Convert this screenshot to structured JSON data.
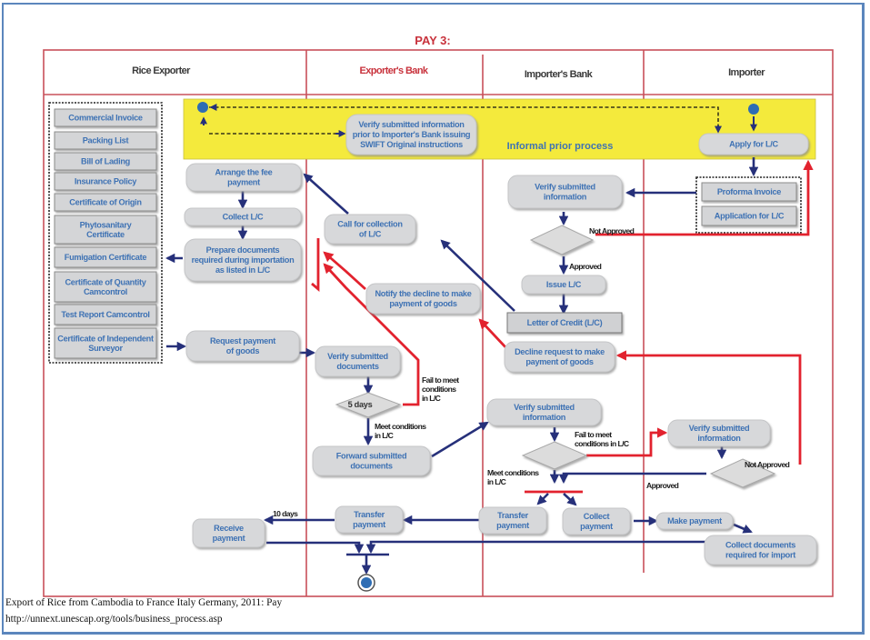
{
  "title": "PAY 3:",
  "lanes": [
    {
      "name": "Rice Exporter"
    },
    {
      "name": "Exporter's Bank"
    },
    {
      "name": "Importer's Bank"
    },
    {
      "name": "Importer"
    }
  ],
  "documents": [
    {
      "label": [
        "Commercial Invoice"
      ]
    },
    {
      "label": [
        "Packing List"
      ]
    },
    {
      "label": [
        "Bill of Lading"
      ]
    },
    {
      "label": [
        "Insurance Policy"
      ]
    },
    {
      "label": [
        "Certificate of Origin"
      ]
    },
    {
      "label": [
        "Phytosanitary",
        "Certificate"
      ]
    },
    {
      "label": [
        "Fumigation Certificate"
      ]
    },
    {
      "label": [
        "Certificate of Quantity",
        "Camcontrol"
      ]
    },
    {
      "label": [
        "Test Report Camcontrol"
      ]
    },
    {
      "label": [
        "Certificate of Independent",
        "Surveyor"
      ]
    }
  ],
  "importer_documents": [
    {
      "label": [
        "Proforma Invoice"
      ]
    },
    {
      "label": [
        "Application for L/C"
      ]
    }
  ],
  "informal_prior_process": "Informal prior process",
  "activities": {
    "verify_prior": [
      "Verify submitted information",
      "prior to Importer's Bank issuing",
      "SWIFT Original instructions"
    ],
    "apply_lc": [
      "Apply for L/C"
    ],
    "arrange_fee": [
      "Arrange the fee",
      "payment"
    ],
    "collect_lc": [
      "Collect L/C"
    ],
    "prepare_docs": [
      "Prepare documents",
      "required during importation",
      "as listed in L/C"
    ],
    "call_collection": [
      "Call for collection",
      "of L/C"
    ],
    "verify_info_ib": [
      "Verify submitted",
      "information"
    ],
    "issue_lc": [
      "Issue L/C"
    ],
    "letter_of_credit": [
      "Letter of Credit (L/C)"
    ],
    "notify_decline": [
      "Notify the decline to make",
      "payment of goods"
    ],
    "decline_request": [
      "Decline request to make",
      "payment of goods"
    ],
    "request_payment": [
      "Request payment",
      "of goods"
    ],
    "verify_docs": [
      "Verify submitted",
      "documents"
    ],
    "forward_docs": [
      "Forward submitted",
      "documents"
    ],
    "verify_info_ib2": [
      "Verify submitted",
      "information"
    ],
    "verify_info_imp": [
      "Verify submitted",
      "information"
    ],
    "transfer_payment_eb": [
      "Transfer",
      "payment"
    ],
    "transfer_payment_ib": [
      "Transfer",
      "payment"
    ],
    "collect_payment": [
      "Collect",
      "payment"
    ],
    "make_payment": [
      "Make payment"
    ],
    "receive_payment": [
      "Receive",
      "payment"
    ],
    "collect_import_docs": [
      "Collect documents",
      "required for import"
    ]
  },
  "decisions": {
    "five_days": "5 days"
  },
  "notes": {
    "not_approved_1": [
      "Not Approved"
    ],
    "approved_1": [
      "Approved"
    ],
    "fail_conditions_1": [
      "Fail to meet",
      "conditions",
      "in L/C"
    ],
    "meet_conditions_1": [
      "Meet conditions",
      "in L/C"
    ],
    "fail_conditions_2": [
      "Fail to meet",
      "conditions  in L/C"
    ],
    "meet_conditions_2": [
      "Meet conditions",
      "in L/C"
    ],
    "not_approved_2": [
      "Not Approved"
    ],
    "approved_2": [
      "Approved"
    ],
    "ten_days": [
      "10 days"
    ]
  },
  "caption": {
    "line1": "Export of Rice from Cambodia to France Italy Germany, 2011: Pay",
    "line2": "http://unnext.unescap.org/tools/business_process.asp"
  },
  "colors": {
    "lane_border": "#c8505a",
    "flow_blue": "#26307a",
    "flow_red": "#e2222e",
    "highlight_yellow": "#f4ea3c",
    "activity_fill": "#d7d8da",
    "activity_text": "#3e72b4",
    "start_dot": "#2e6db4"
  }
}
